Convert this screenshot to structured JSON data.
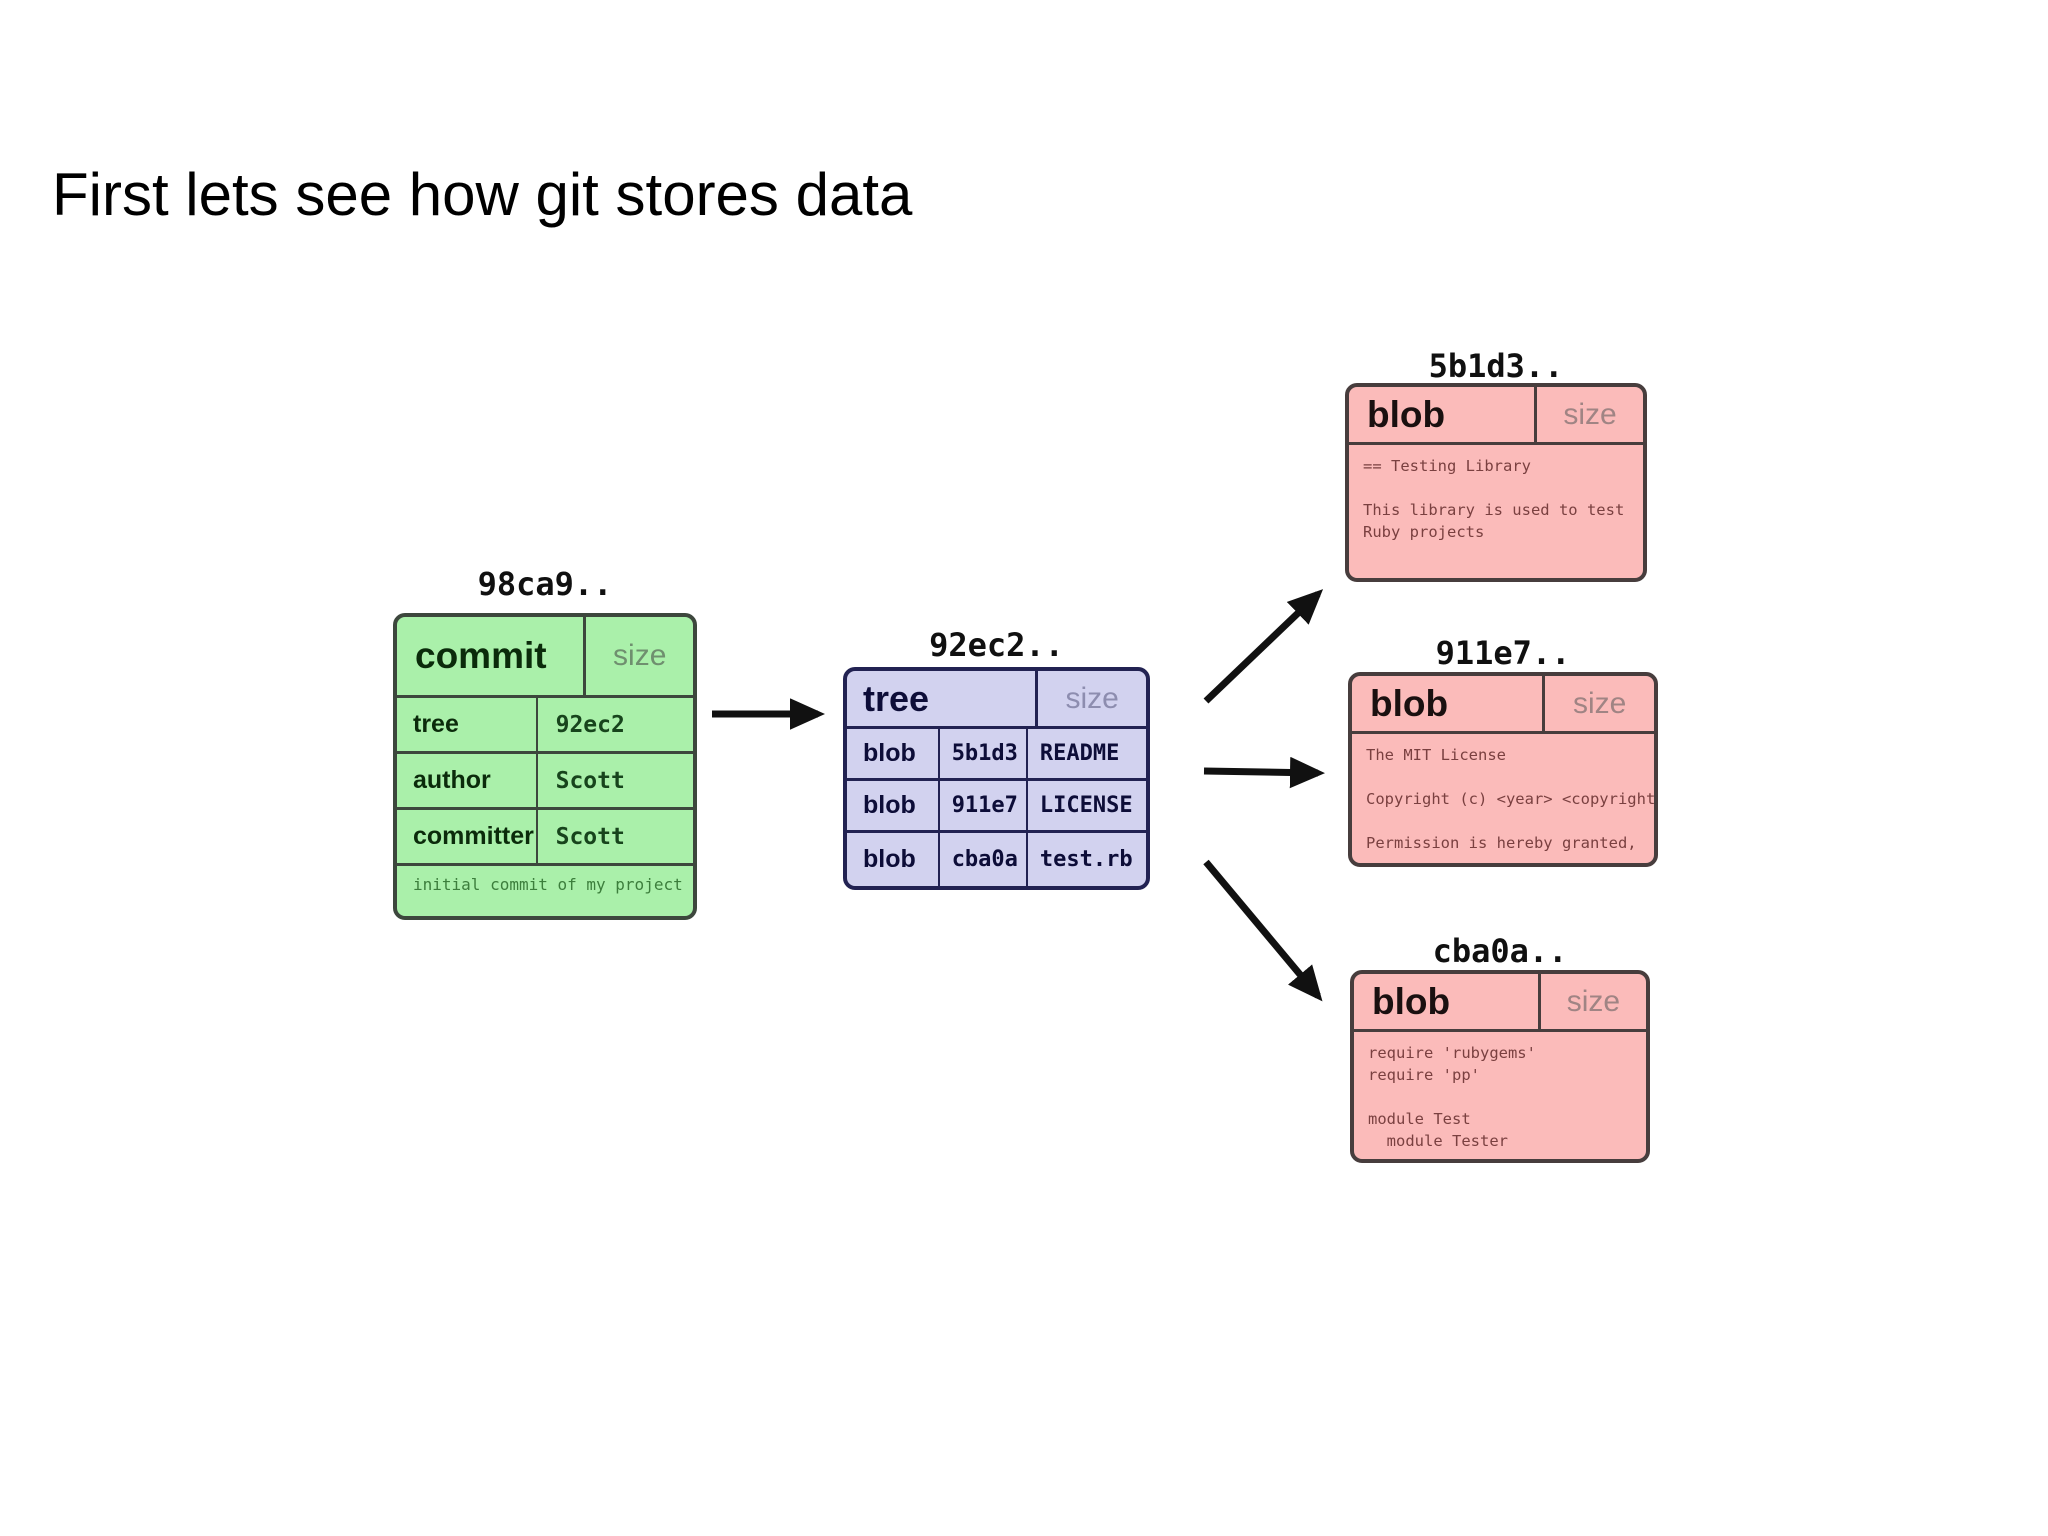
{
  "slide": {
    "title": "First lets see how git stores data"
  },
  "colors": {
    "background": "#ffffff",
    "commit_fill": "#aaf0aa",
    "commit_border": "#3d473d",
    "tree_fill": "#d2d2ef",
    "tree_border": "#222252",
    "blob_fill": "#fbbbba",
    "blob_border": "#473d3d",
    "arrow": "#111111"
  },
  "commit": {
    "hash_label": "98ca9..",
    "type_label": "commit",
    "size_label": "size",
    "rows": [
      {
        "label": "tree",
        "value": "92ec2"
      },
      {
        "label": "author",
        "value": "Scott"
      },
      {
        "label": "committer",
        "value": "Scott"
      }
    ],
    "message": "initial commit of my project"
  },
  "tree": {
    "hash_label": "92ec2..",
    "type_label": "tree",
    "size_label": "size",
    "entries": [
      {
        "type": "blob",
        "hash": "5b1d3",
        "name": "README"
      },
      {
        "type": "blob",
        "hash": "911e7",
        "name": "LICENSE"
      },
      {
        "type": "blob",
        "hash": "cba0a",
        "name": "test.rb"
      }
    ]
  },
  "blobs": [
    {
      "hash_label": "5b1d3..",
      "type_label": "blob",
      "size_label": "size",
      "lines": [
        "== Testing Library",
        "",
        "This library is used to test",
        "Ruby projects"
      ]
    },
    {
      "hash_label": "911e7..",
      "type_label": "blob",
      "size_label": "size",
      "lines": [
        "The MIT License",
        "",
        "Copyright (c) <year> <copyright",
        "",
        "Permission is hereby granted,"
      ]
    },
    {
      "hash_label": "cba0a..",
      "type_label": "blob",
      "size_label": "size",
      "lines": [
        "require 'rubygems'",
        "require 'pp'",
        "",
        "module Test",
        "  module Tester"
      ]
    }
  ],
  "connections": [
    {
      "from": "commit 98ca9",
      "to": "tree 92ec2"
    },
    {
      "from": "tree 92ec2",
      "to": "blob 5b1d3"
    },
    {
      "from": "tree 92ec2",
      "to": "blob 911e7"
    },
    {
      "from": "tree 92ec2",
      "to": "blob cba0a"
    }
  ]
}
